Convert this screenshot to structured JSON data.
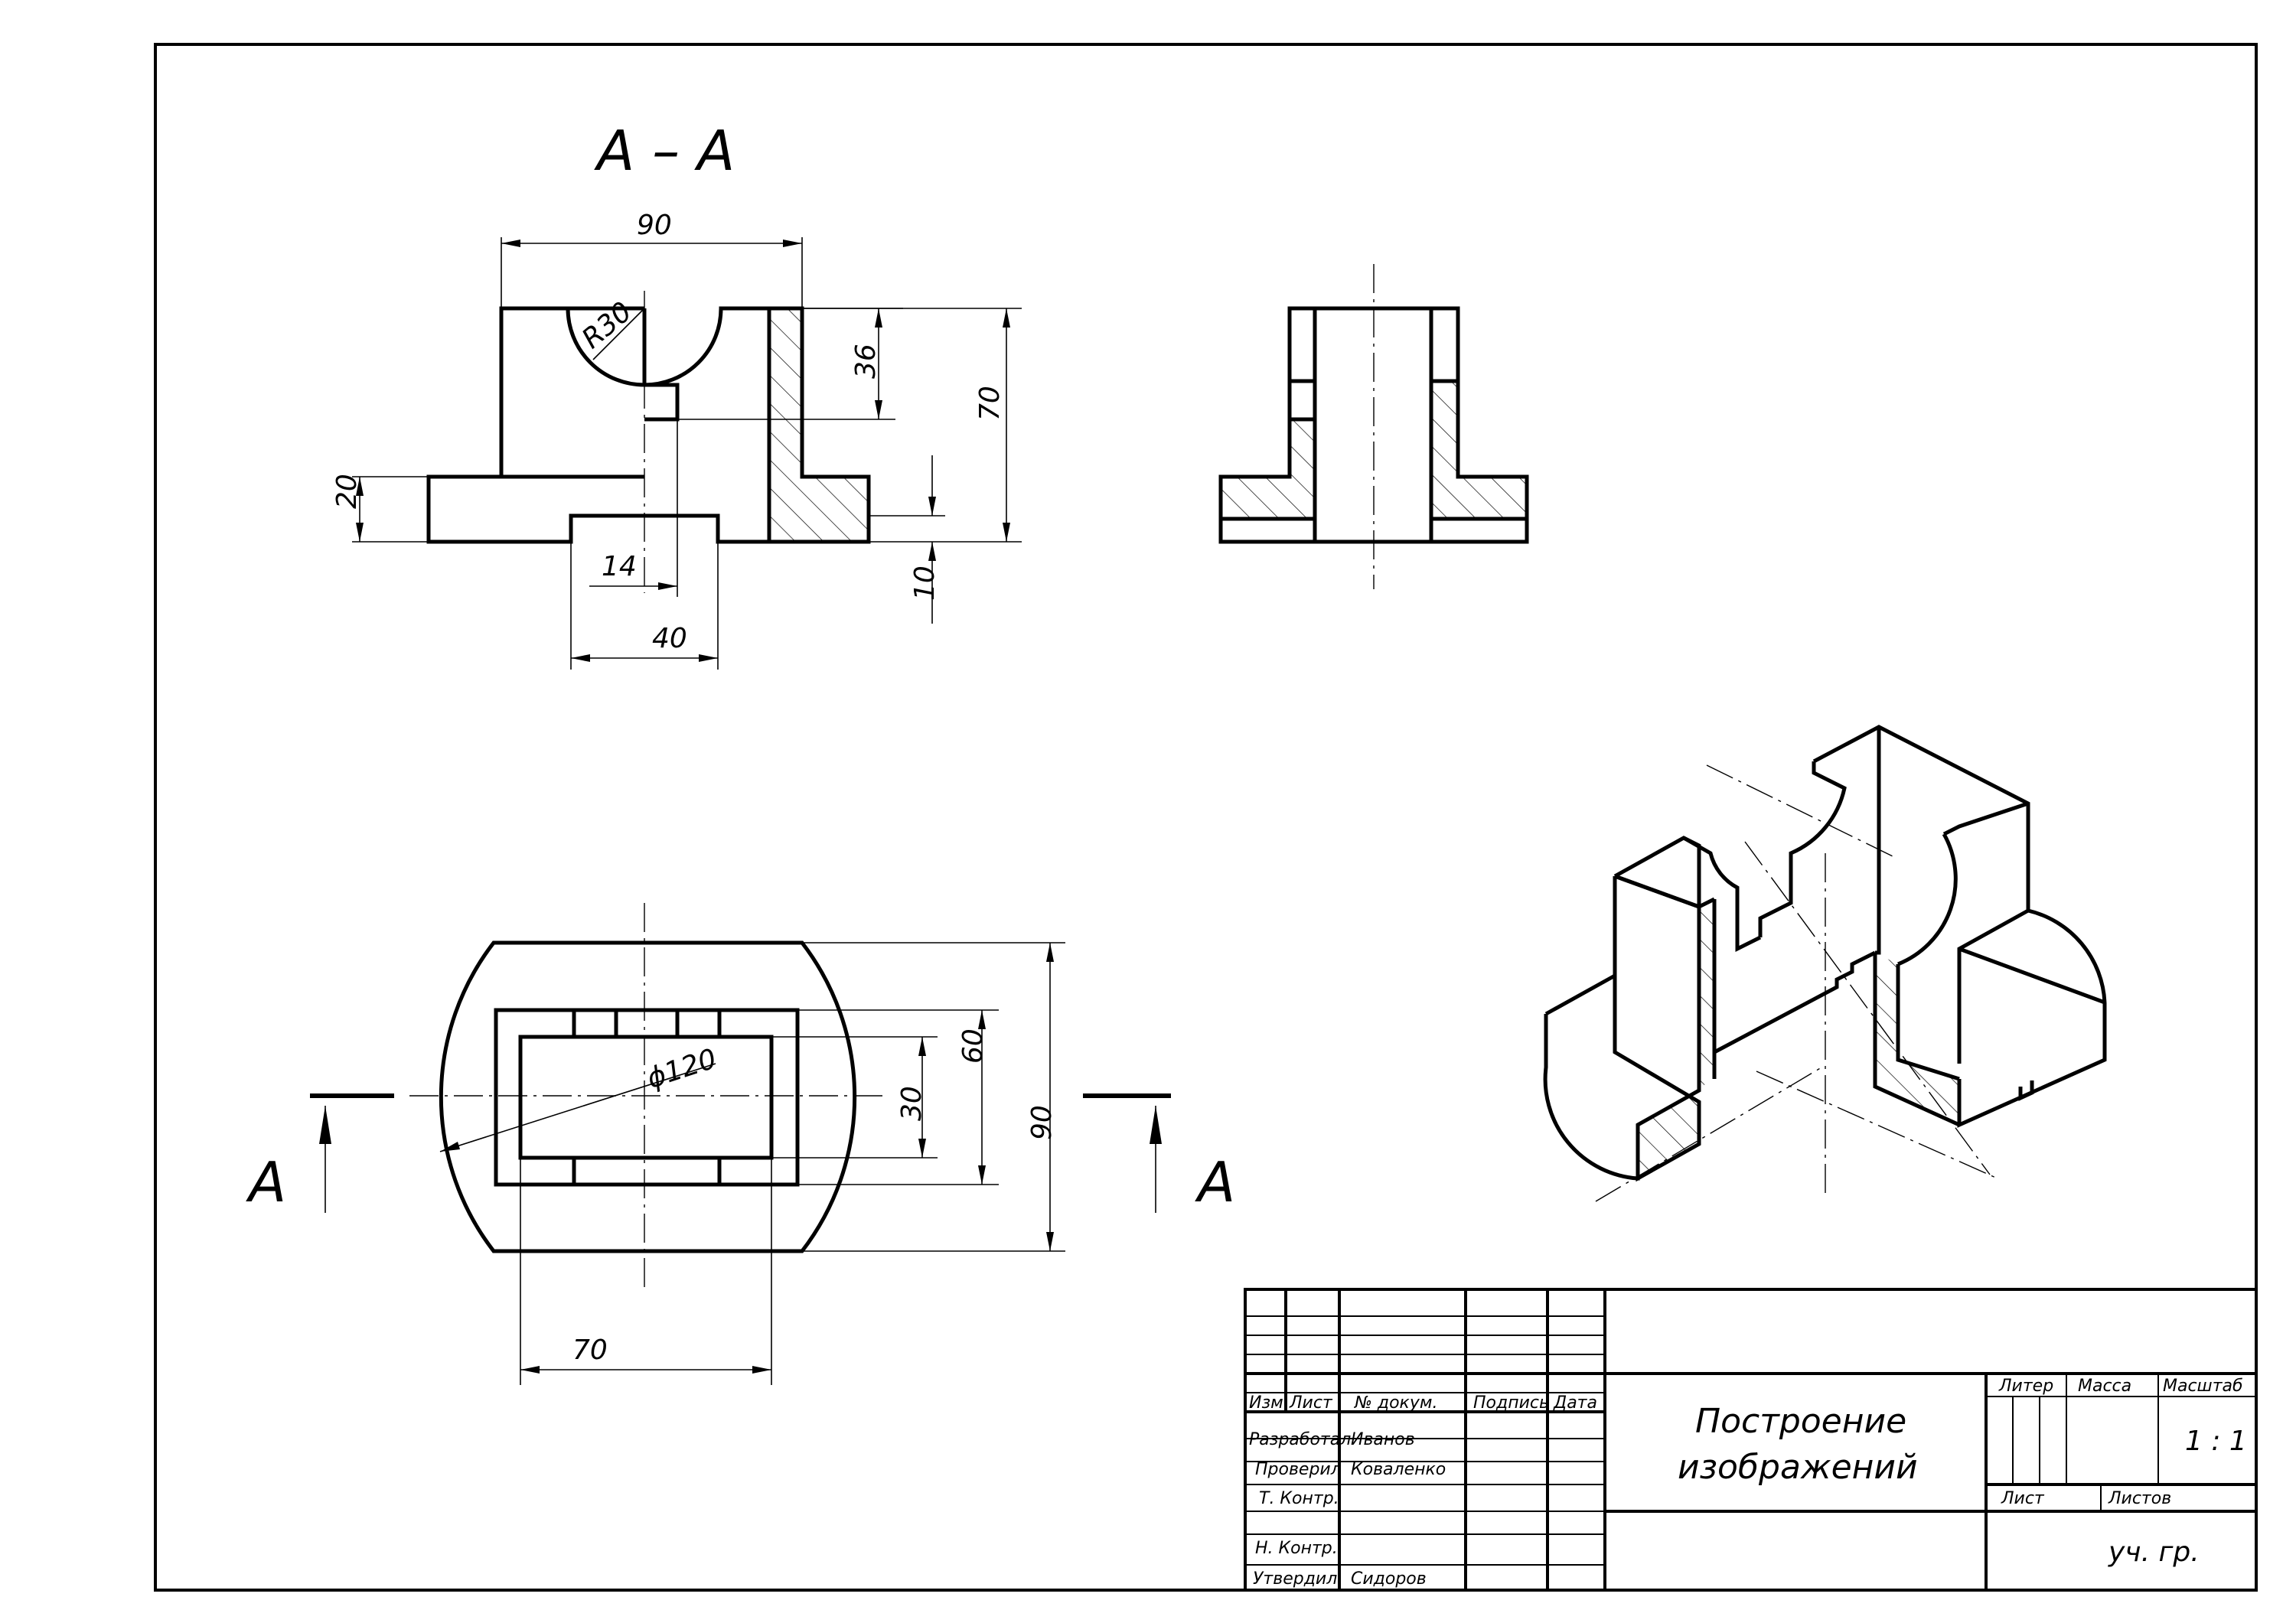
{
  "section_title": "A – A",
  "section_letter_left": "A",
  "section_letter_right": "A",
  "dimensions": {
    "d90_top": "90",
    "r30": "R30",
    "d36": "36",
    "d70_right": "70",
    "d20": "20",
    "d14": "14",
    "d10": "10",
    "d40": "40",
    "phi120": "ϕ120",
    "d30": "30",
    "d60": "60",
    "d90_plan": "90",
    "d70_plan": "70"
  },
  "title_block": {
    "headers": {
      "izm": "Изм",
      "list": "Лист",
      "doc_no": "№ докум.",
      "signature": "Подпись",
      "date": "Дата"
    },
    "roles": {
      "developed": "Разработал",
      "checked": "Проверил",
      "t_control": "Т. Контр.",
      "n_control": "Н. Контр.",
      "approved": "Утвердил"
    },
    "names": {
      "developed": "Иванов",
      "checked": "Коваленко",
      "approved": "Сидоров"
    },
    "drawing_title_line1": "Построение",
    "drawing_title_line2": "изображений",
    "liter": "Литер",
    "mass": "Масса",
    "scale_label": "Масштаб",
    "scale_value": "1 : 1",
    "sheet": "Лист",
    "sheets": "Листов",
    "group": "уч. гр."
  }
}
